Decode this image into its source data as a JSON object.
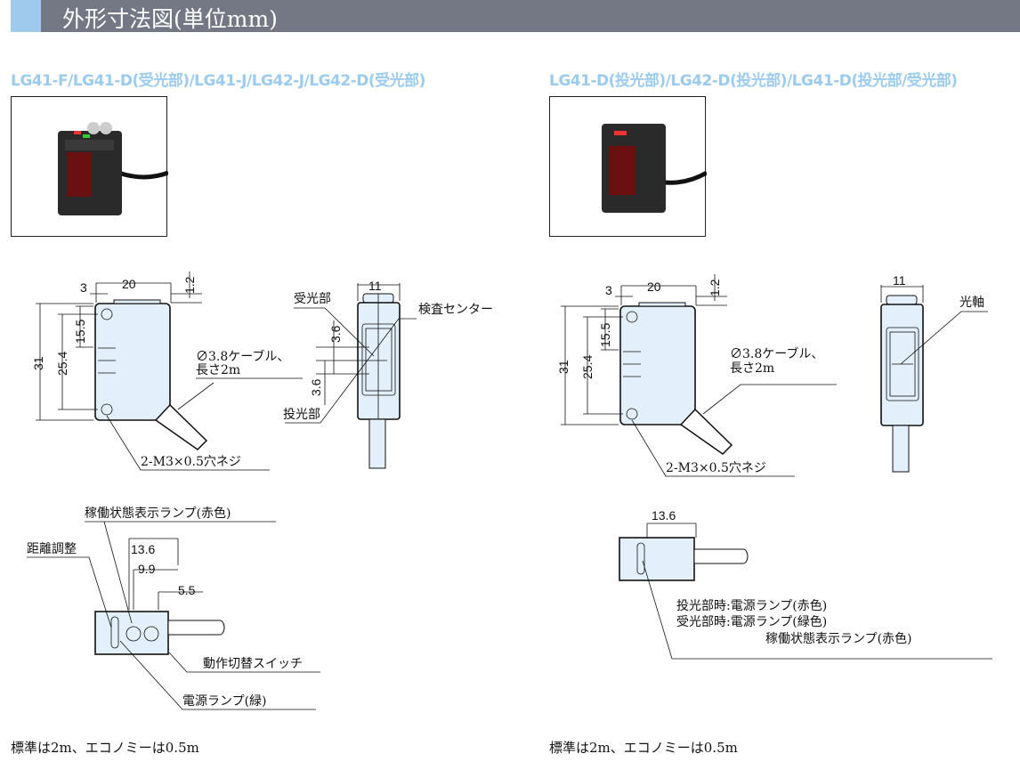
{
  "header": {
    "title": "外形寸法図(単位mm)"
  },
  "left": {
    "subtitle": "LG41-F/LG41-D(受光部)/LG41-J/LG42-J/LG42-D(受光部)",
    "dims": {
      "width": "20",
      "offset": "3",
      "top": "1.2",
      "height": "31",
      "holes": "25.4",
      "center": "15.5",
      "side_width": "11",
      "upper": "3.6",
      "lower": "3.6",
      "top_len": "13.6",
      "top_mid": "9.9",
      "top_short": "5.5"
    },
    "labels": {
      "receiver": "受光部",
      "center": "検査センター",
      "cable": "∅3.8ケーブル、",
      "cable_len": "長さ2m",
      "emitter": "投光部",
      "screw": "2-M3×0.5穴ネジ",
      "status_lamp": "稼働状態表示ランプ(赤色)",
      "distance": "距離調整",
      "switch": "動作切替スイッチ",
      "power_lamp": "電源ランプ(緑)"
    },
    "note": "標準は2m、エコノミーは0.5m"
  },
  "right": {
    "subtitle": "LG41-D(投光部)/LG42-D(投光部)/LG41-D(投光部/受光部)",
    "dims": {
      "width": "20",
      "offset": "3",
      "top": "1.2",
      "height": "31",
      "holes": "25.4",
      "center": "15.5",
      "side_width": "11",
      "top_len": "13.6"
    },
    "labels": {
      "axis": "光軸",
      "cable": "∅3.8ケーブル、",
      "cable_len": "長さ2m",
      "screw": "2-M3×0.5穴ネジ",
      "lamp1": "投光部時:電源ランプ(赤色)",
      "lamp2": "受光部時:電源ランプ(緑色)",
      "lamp3": "稼働状態表示ランプ(赤色)"
    },
    "note": "標準は2m、エコノミーは0.5m"
  }
}
